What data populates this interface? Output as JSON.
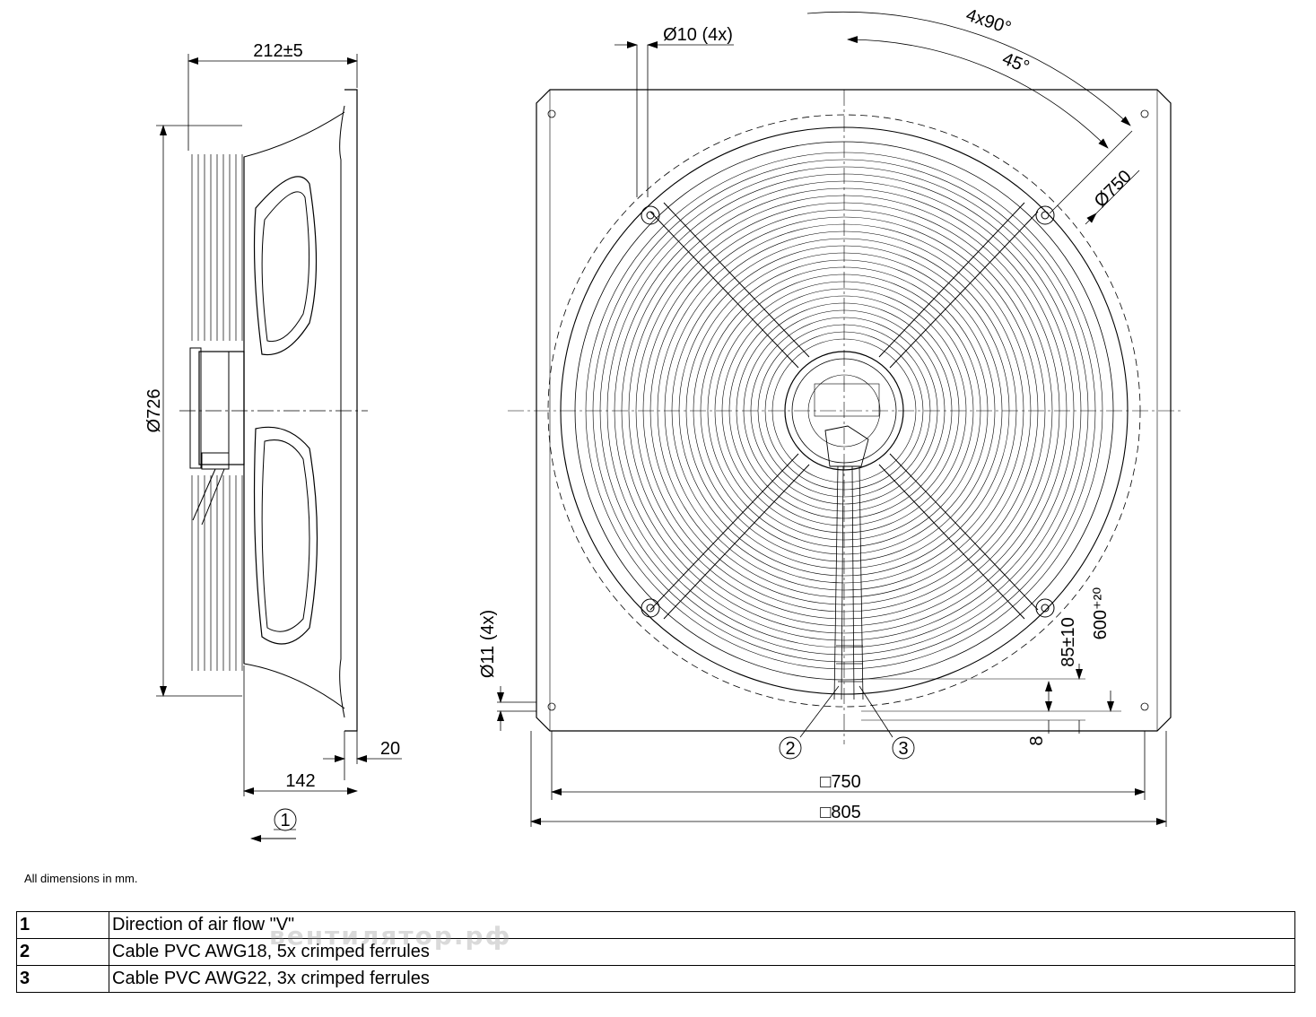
{
  "side_view": {
    "dim_depth": "212±5",
    "dim_diameter": "Ø726",
    "dim_flange": "20",
    "dim_142": "142",
    "callout_1": "1"
  },
  "front_view": {
    "dim_holes": "Ø10 (4x)",
    "dim_angle_4x90": "4x90°",
    "dim_angle_45": "45°",
    "dim_pcd": "Ø750",
    "dim_slots": "Ø11 (4x)",
    "dim_85": "85±10",
    "dim_600": "600⁺²⁰",
    "dim_8": "8",
    "dim_750": "□750",
    "dim_805": "□805",
    "callout_2": "2",
    "callout_3": "3"
  },
  "note": "All dimensions in mm.",
  "watermark": "вентилятор.рф",
  "legend": [
    {
      "num": "1",
      "text": "Direction of air flow \"V\""
    },
    {
      "num": "2",
      "text": "Cable PVC AWG18, 5x crimped ferrules"
    },
    {
      "num": "3",
      "text": "Cable PVC AWG22, 3x crimped ferrules"
    }
  ]
}
